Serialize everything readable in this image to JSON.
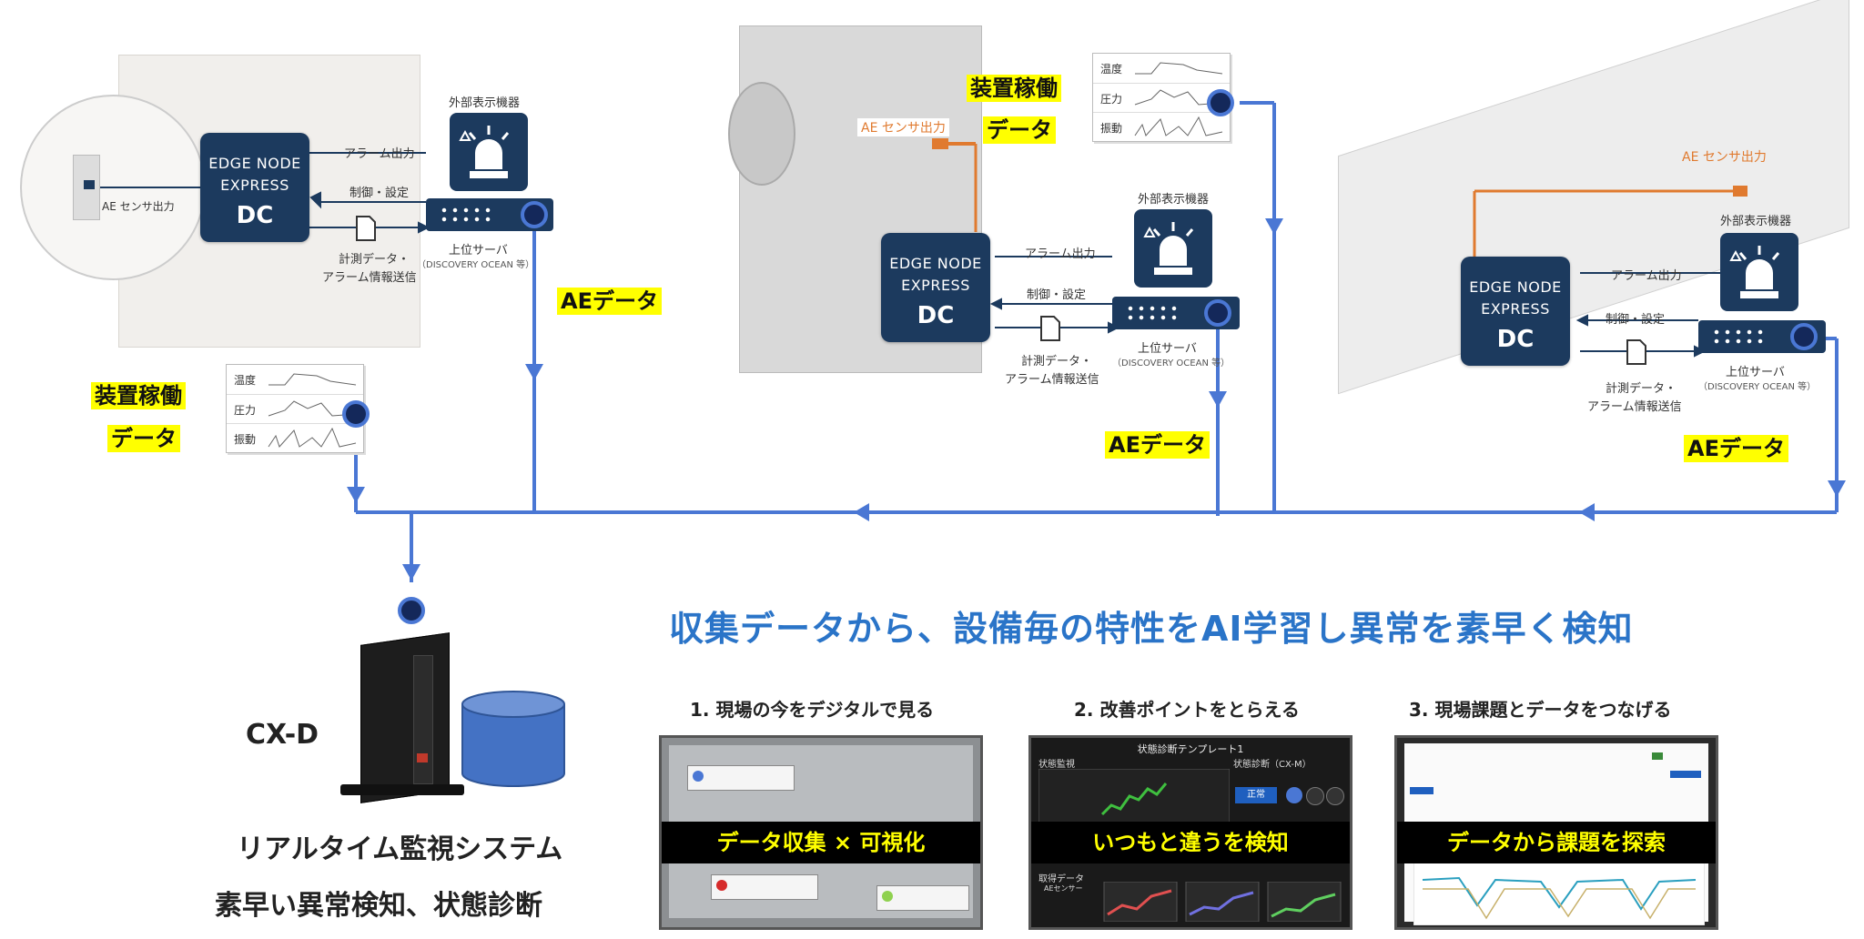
{
  "machines": [
    {
      "edge_line1": "EDGE NODE",
      "edge_line2": "EXPRESS",
      "edge_model": "DC",
      "alarm_device_label": "外部表示機器",
      "alarm_output": "アラーム出力",
      "control_setting": "制御・設定",
      "measure_line1": "計測データ・",
      "measure_line2": "アラーム情報送信",
      "server_label": "上位サーバ",
      "server_sub": "（DISCOVERY OCEAN 等）",
      "sensor_output": "AE センサ出力"
    },
    {
      "edge_line1": "EDGE NODE",
      "edge_line2": "EXPRESS",
      "edge_model": "DC",
      "alarm_device_label": "外部表示機器",
      "alarm_output": "アラーム出力",
      "control_setting": "制御・設定",
      "measure_line1": "計測データ・",
      "measure_line2": "アラーム情報送信",
      "server_label": "上位サーバ",
      "server_sub": "（DISCOVERY OCEAN 等）",
      "sensor_output": "AE センサ出力"
    },
    {
      "edge_line1": "EDGE NODE",
      "edge_line2": "EXPRESS",
      "edge_model": "DC",
      "alarm_device_label": "外部表示機器",
      "alarm_output": "アラーム出力",
      "control_setting": "制御・設定",
      "measure_line1": "計測データ・",
      "measure_line2": "アラーム情報送信",
      "server_label": "上位サーバ",
      "server_sub": "（DISCOVERY OCEAN 等）",
      "sensor_output": "AE センサ出力"
    }
  ],
  "ae_data_label": "AEデータ",
  "operation_data": {
    "line1": "装置稼働",
    "line2": "データ"
  },
  "sensor_rows": [
    "温度",
    "圧力",
    "振動"
  ],
  "headline": "収集データから、設備毎の特性をAI学習し異常を素早く検知",
  "cx_label": "CX-D",
  "system_line1": "リアルタイム監視システム",
  "system_line2": "素早い異常検知、状態診断",
  "panels": [
    {
      "title": "1. 現場の今をデジタルで見る",
      "banner": "データ収集 × 可視化"
    },
    {
      "title": "2. 改善ポイントをとらえる",
      "banner": "いつもと違うを検知",
      "screen_title": "状態診断テンプレート1",
      "section1": "状態監視",
      "section2": "状態診断（CX-M）",
      "status": "正常",
      "section3": "取得データ",
      "sensor": "AEセンサー"
    },
    {
      "title": "3. 現場課題とデータをつなげる",
      "banner": "データから課題を探索"
    }
  ],
  "colors": {
    "navy": "#1c3a5e",
    "line_blue": "#4a77d4",
    "headline": "#2a74c8",
    "highlight": "#ffff00",
    "orange": "#e07a2f"
  }
}
